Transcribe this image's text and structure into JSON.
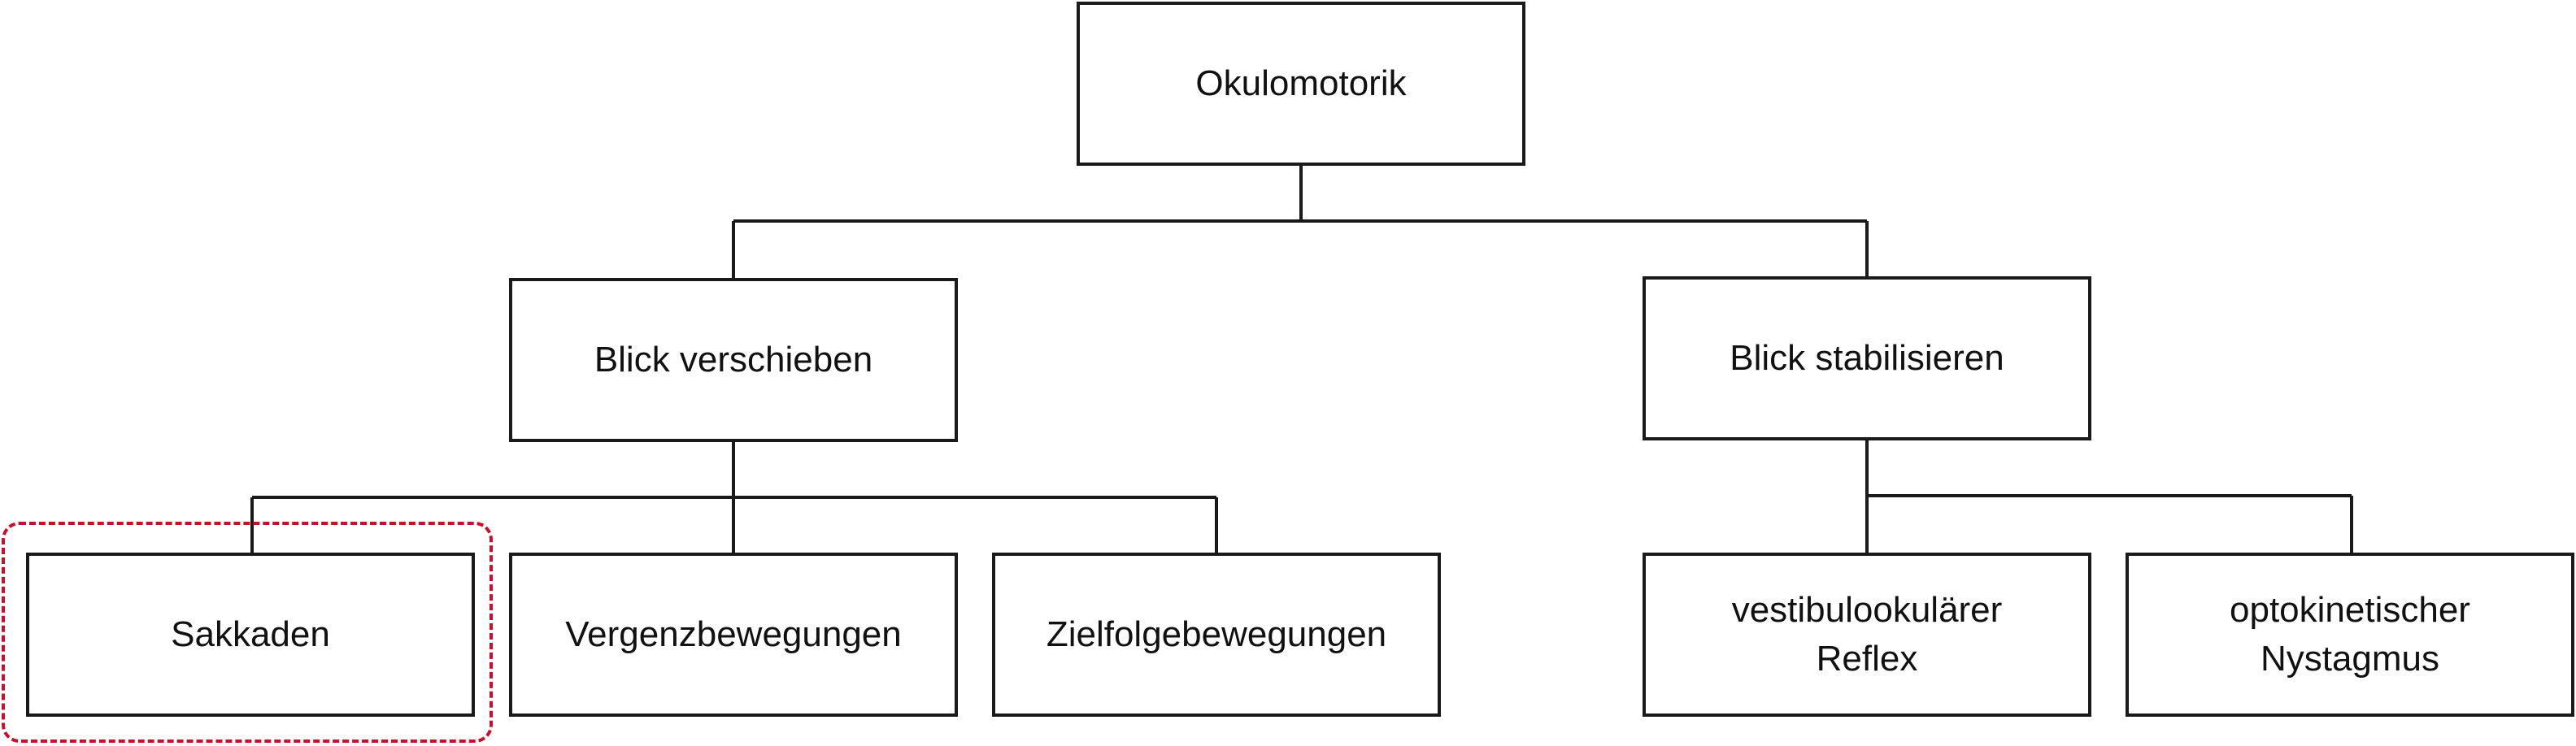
{
  "diagram": {
    "type": "hierarchy",
    "root": {
      "label": "Okulomotorik"
    },
    "branches": [
      {
        "label": "Blick verschieben",
        "children": [
          {
            "label": "Sakkaden",
            "highlighted": true
          },
          {
            "label": "Vergenzbewegungen"
          },
          {
            "label": "Zielfolgebewegungen"
          }
        ]
      },
      {
        "label": "Blick stabilisieren",
        "children": [
          {
            "label_lines": [
              "vestibulookulärer",
              "Reflex"
            ]
          },
          {
            "label_lines": [
              "optokinetischer",
              "Nystagmus"
            ]
          }
        ]
      }
    ],
    "colors": {
      "box_border": "#1a1a1a",
      "connector": "#1a1a1a",
      "highlight": "#c8102e",
      "text": "#111111",
      "background": "#ffffff"
    }
  }
}
